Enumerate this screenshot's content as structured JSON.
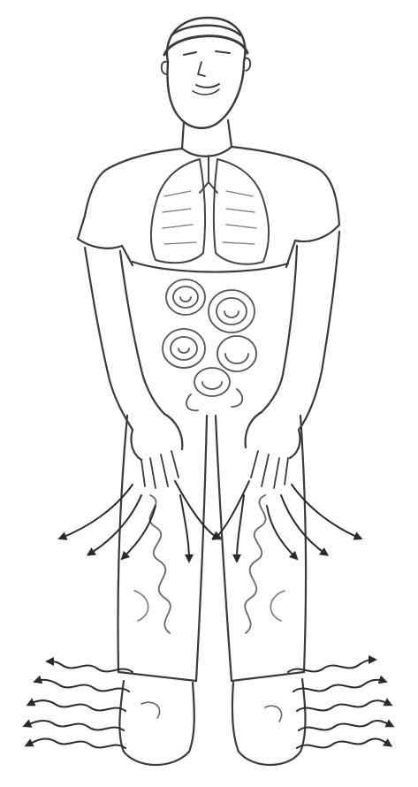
{
  "figure": {
    "subject": "standing-human-figure",
    "ink_color": "#3a3a3a",
    "light_ink_color": "#6a6a6a",
    "background_color": "#ffffff",
    "parts": {
      "head": "head",
      "torso": "shirt-torso",
      "lungs": "lungs",
      "intestines": "intestine-coils",
      "arms": "arms-and-hands",
      "legs": "legs-and-trousers",
      "feet": "feet",
      "arrows_side": "outward-energy-arrows-hips",
      "arrows_feet": "outward-energy-wavy-arrows-feet"
    }
  }
}
